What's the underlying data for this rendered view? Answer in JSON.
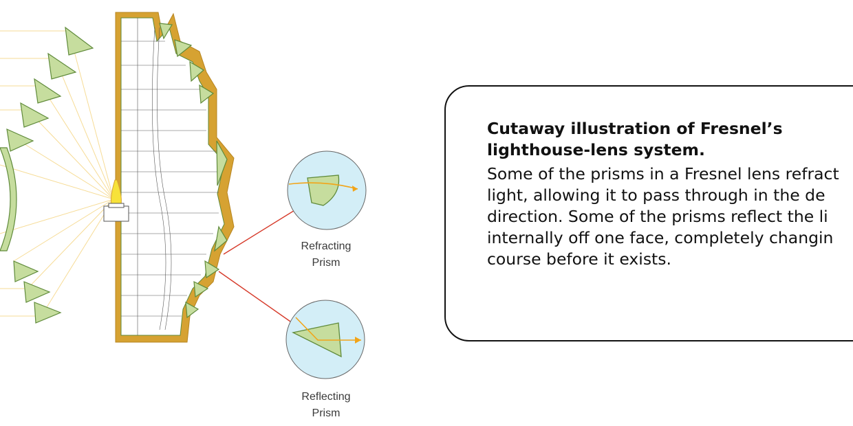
{
  "prisms": {
    "refracting": {
      "line1": "Refracting",
      "line2": "Prism"
    },
    "reflecting": {
      "line1": "Reflecting",
      "line2": "Prism"
    }
  },
  "caption": {
    "title": "Cutaway illustration of Fresnel’s lighthouse-lens system.",
    "body_lines": [
      "Some of the prisms in a Fresnel lens refract",
      "light, allowing it to pass through in the de",
      "direction. Some of the prisms reflect the li",
      "internally off one face, completely changin",
      "course before it exists."
    ]
  },
  "colors": {
    "lens_frame": "#d6a232",
    "prism_fill": "#c6dd9e",
    "prism_stroke": "#5f8a3a",
    "light_ray": "#f2a418",
    "pointer_line": "#d63a2a",
    "inset_fill": "#d3eef7",
    "flame": "#f7e23a"
  }
}
